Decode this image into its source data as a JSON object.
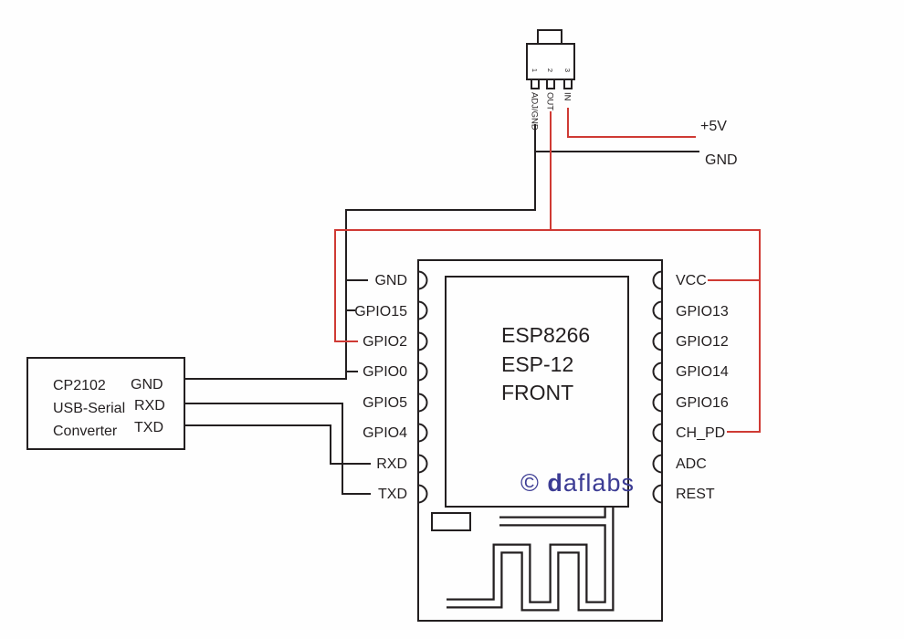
{
  "colors": {
    "outline": "#231f20",
    "text": "#231f20",
    "wire_black": "#231f20",
    "wire_red": "#cf3a34",
    "logo_blue": "#3c3c94"
  },
  "regulator": {
    "pins": [
      {
        "number": "1",
        "label": "ADJ/GND"
      },
      {
        "number": "2",
        "label": "OUT"
      },
      {
        "number": "3",
        "label": "IN"
      }
    ]
  },
  "power_labels": {
    "plus5v": "+5V",
    "gnd": "GND"
  },
  "usb_serial": {
    "title_lines": [
      "CP2102",
      "USB-Serial",
      "Converter"
    ],
    "pins": [
      "GND",
      "RXD",
      "TXD"
    ]
  },
  "esp_module": {
    "title_lines": [
      "ESP8266",
      "ESP-12",
      "FRONT"
    ],
    "left_pins": [
      "GND",
      "GPIO15",
      "GPIO2",
      "GPIO0",
      "GPIO5",
      "GPIO4",
      "RXD",
      "TXD"
    ],
    "right_pins": [
      "VCC",
      "GPIO13",
      "GPIO12",
      "GPIO14",
      "GPIO16",
      "CH_PD",
      "ADC",
      "REST"
    ],
    "logo": {
      "copyright": "© ",
      "first_letter": "d",
      "rest": "aflabs"
    }
  }
}
